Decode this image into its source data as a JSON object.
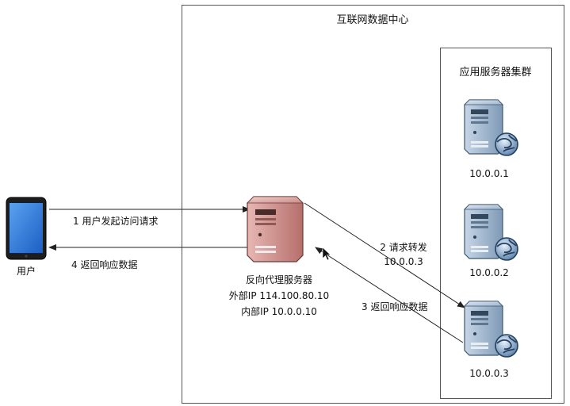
{
  "datacenter": {
    "title": "互联网数据中心"
  },
  "cluster": {
    "title": "应用服务器集群",
    "servers": [
      {
        "ip": "10.0.0.1"
      },
      {
        "ip": "10.0.0.2"
      },
      {
        "ip": "10.0.0.3"
      }
    ]
  },
  "user": {
    "label": "用户"
  },
  "proxy": {
    "name": "反向代理服务器",
    "external_ip": "外部IP 114.100.80.10",
    "internal_ip": "内部IP 10.0.0.10"
  },
  "flows": {
    "step1": "1 用户发起访问请求",
    "step4": "4 返回响应数据",
    "step2": "2 请求转发",
    "step2_ip": "10.0.0.3",
    "step3": "3 返回响应数据"
  }
}
